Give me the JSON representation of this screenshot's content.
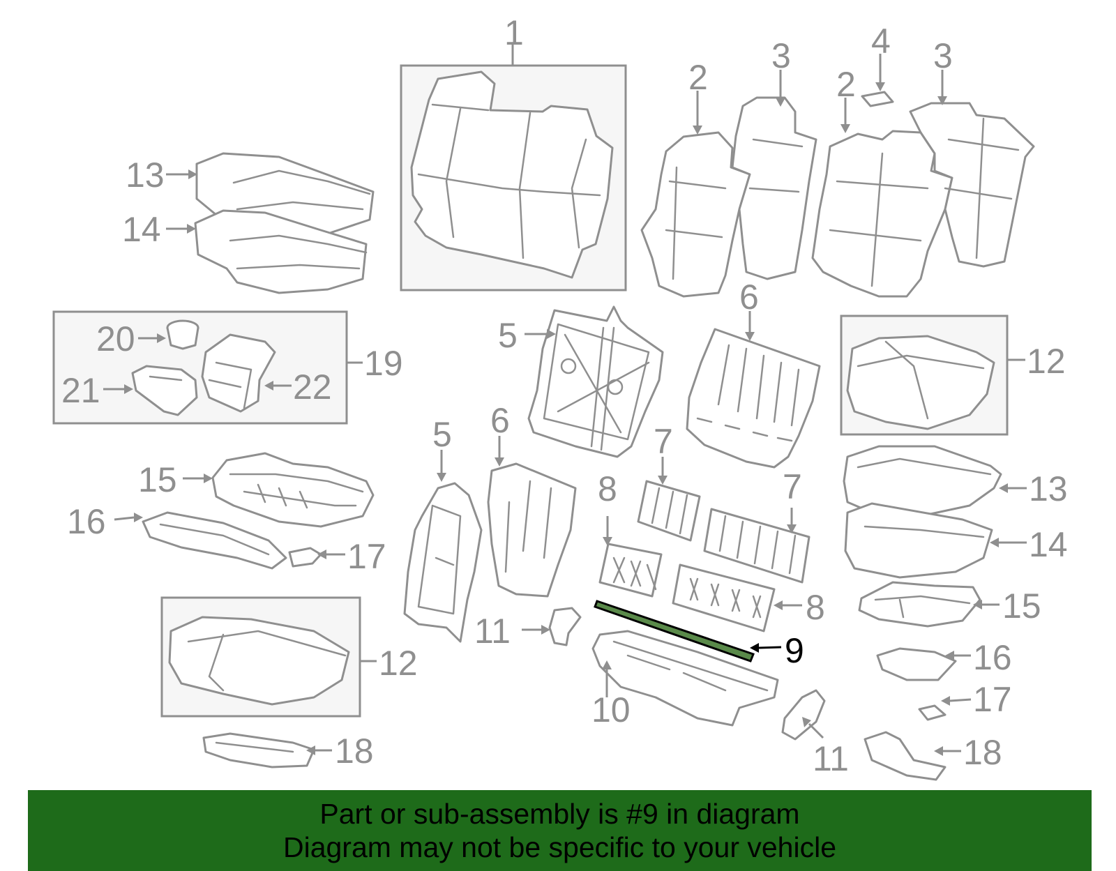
{
  "diagram": {
    "highlighted_part": "9",
    "callouts": [
      "1",
      "2",
      "3",
      "2",
      "4",
      "3",
      "13",
      "14",
      "20",
      "19",
      "21",
      "22",
      "5",
      "6",
      "12",
      "15",
      "16",
      "17",
      "5",
      "6",
      "7",
      "8",
      "7",
      "13",
      "14",
      "8",
      "11",
      "9",
      "15",
      "16",
      "12",
      "10",
      "17",
      "18",
      "11",
      "18"
    ]
  },
  "footer": {
    "line1": "Part or sub-assembly is #9 in diagram",
    "line2": "Diagram may not be specific to your vehicle"
  },
  "colors": {
    "banner": "#1e6b1a",
    "lines": "#8f8f8f",
    "highlight": "#000000"
  }
}
